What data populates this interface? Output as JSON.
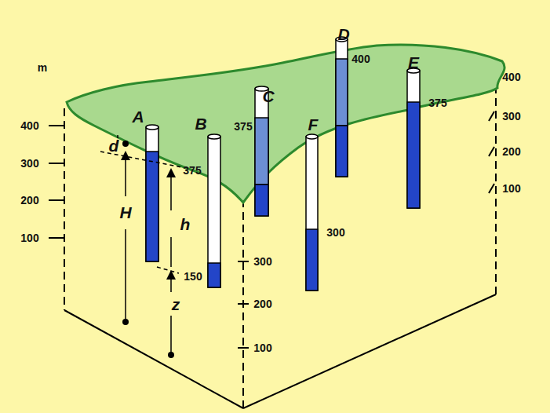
{
  "diagram": {
    "labels": [
      "m",
      "400",
      "300",
      "200",
      "100",
      "A",
      "B",
      "C",
      "D",
      "E",
      "F",
      "d",
      "H",
      "h",
      "z",
      "375",
      "150",
      "375",
      "400",
      "375",
      "300",
      "400",
      "300",
      "200",
      "100",
      "300",
      "200",
      "100"
    ]
  }
}
